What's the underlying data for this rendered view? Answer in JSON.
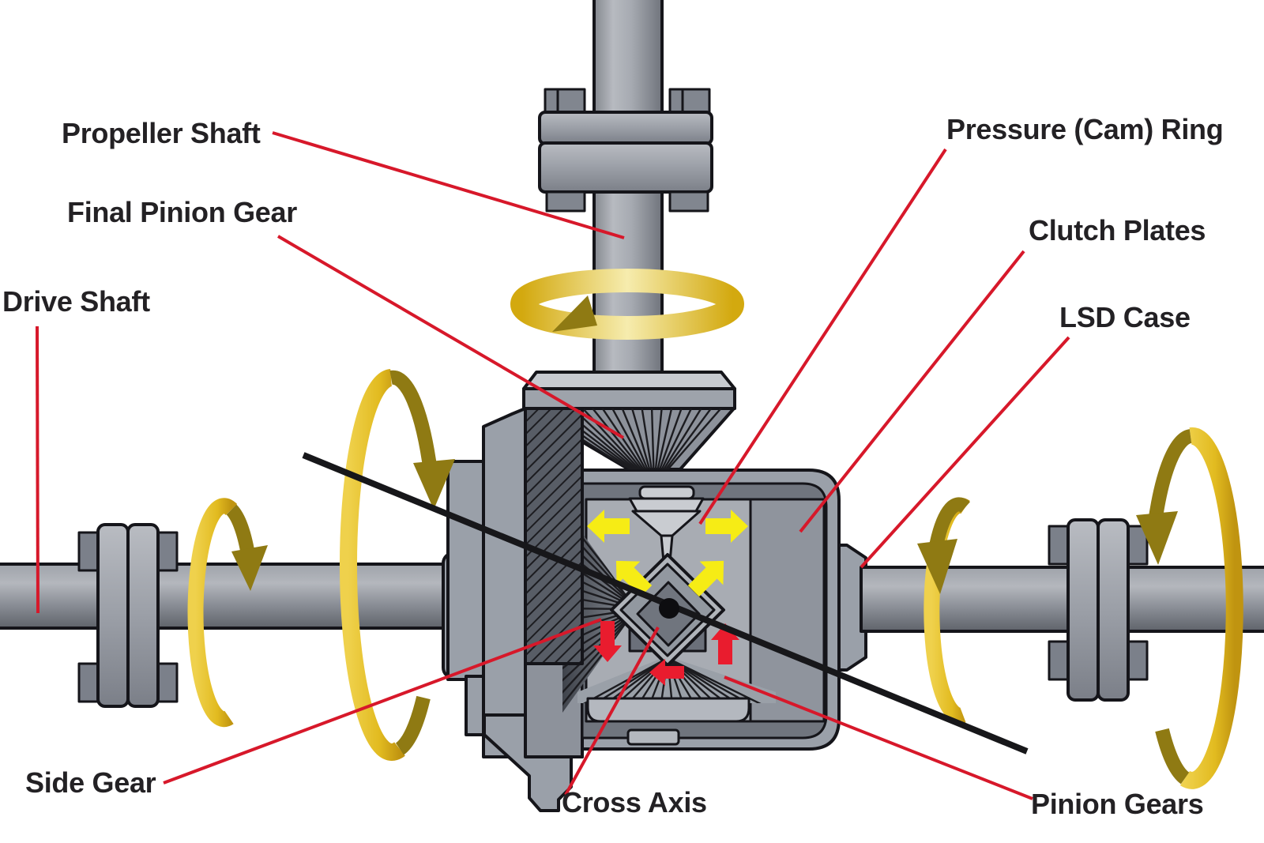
{
  "diagram": {
    "type": "technical-illustration",
    "subject": "Limited slip differential (LSD) cutaway with labeled parts",
    "background": "#ffffff"
  },
  "labels": {
    "propeller_shaft": "Propeller Shaft",
    "final_pinion_gear": "Final Pinion Gear",
    "drive_shaft": "Drive Shaft",
    "pressure_cam_ring": "Pressure (Cam) Ring",
    "clutch_plates": "Clutch Plates",
    "lsd_case": "LSD Case",
    "side_gear": "Side Gear",
    "cross_axis": "Cross Axis",
    "pinion_gears": "Pinion Gears"
  },
  "colors": {
    "label_text": "#232124",
    "leader_line_red": "#d7182a",
    "axis_line_black": "#17171a",
    "rotation_ribbon_yellow": "#e3bd1e",
    "rotation_ribbon_dark_olive": "#8f7a13",
    "outward_force_arrow_yellow": "#f6ec15",
    "reaction_force_arrow_red": "#e91c2e",
    "metal_light": "#c7cad0",
    "metal_mid": "#9aa0a9",
    "metal_dark": "#70757e",
    "outline": "#15151a"
  },
  "icons": {
    "rotation_indicators": [
      "propeller-shaft-rotation-arrow",
      "drive-shaft-rotation-arrow-small",
      "drive-shaft-rotation-arrow-large",
      "axle-rotation-arrow-small",
      "axle-rotation-arrow-large"
    ],
    "force_indicators": [
      "outward-pressure-arrows-yellow",
      "reaction-arrows-red"
    ]
  }
}
